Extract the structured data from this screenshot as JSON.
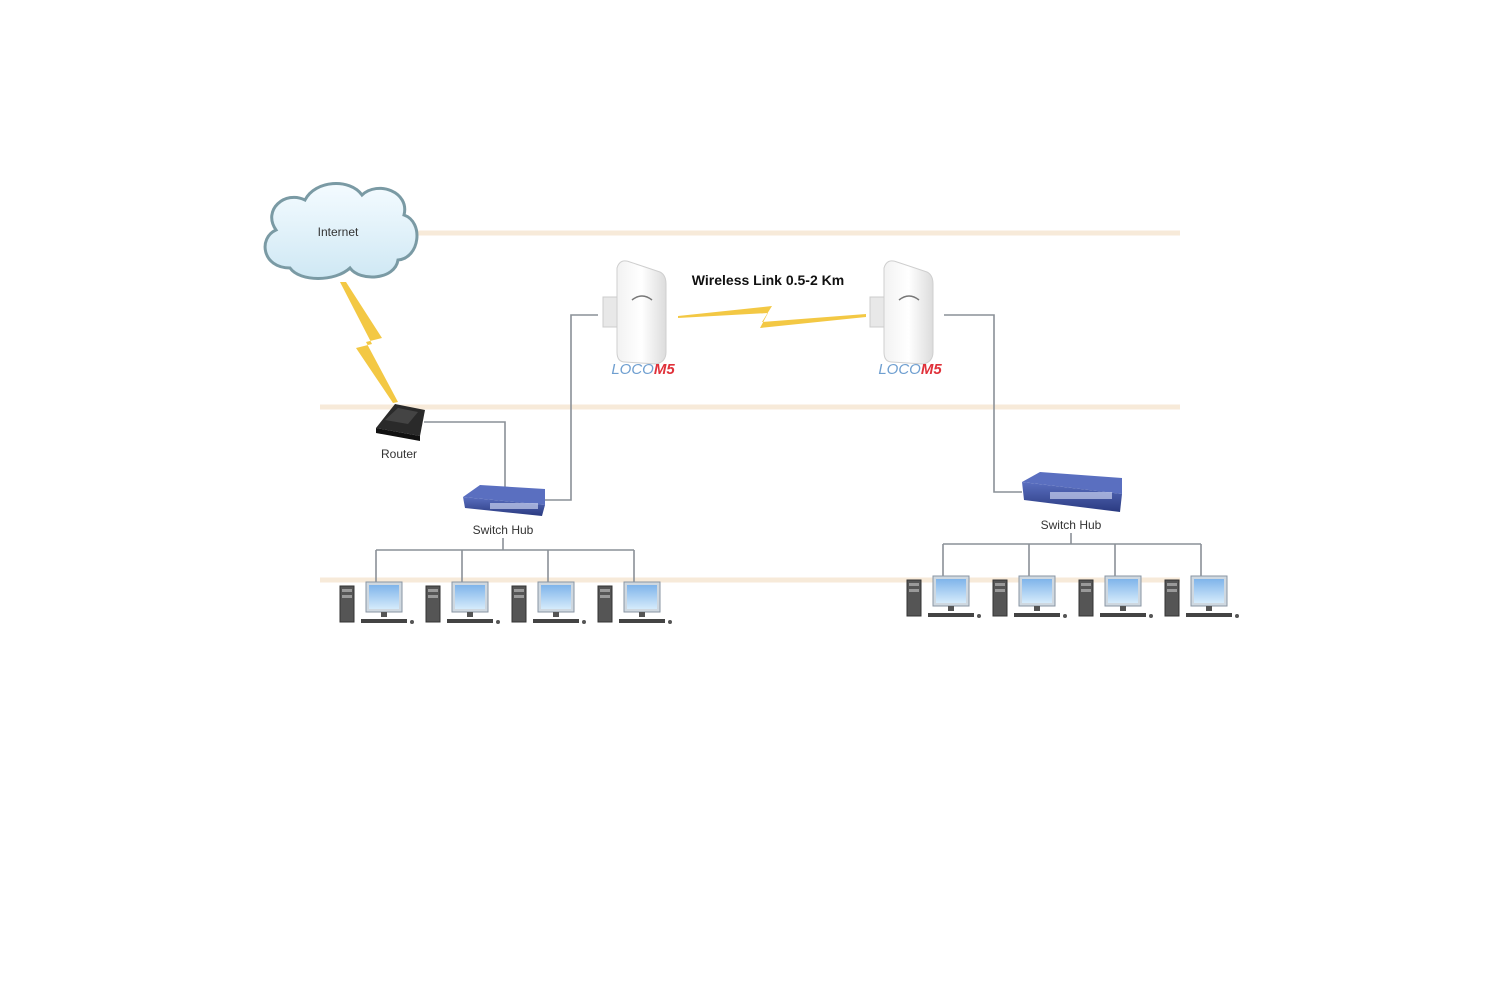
{
  "cloud": {
    "label": "Internet"
  },
  "router": {
    "label": "Router"
  },
  "wireless_link": {
    "label": "Wireless Link 0.5-2 Km"
  },
  "access_points": [
    {
      "brand_prefix": "LOCO",
      "brand_suffix": "M5"
    },
    {
      "brand_prefix": "LOCO",
      "brand_suffix": "M5"
    }
  ],
  "switches": [
    {
      "label": "Switch Hub",
      "computers": 4
    },
    {
      "label": "Switch Hub",
      "computers": 4
    }
  ],
  "colors": {
    "lightning": "#f2c230",
    "switch": "#3a4f9c",
    "brand_blue": "#6f9fd0",
    "brand_red": "#e0313a",
    "monitor": "#9cc6f0"
  }
}
